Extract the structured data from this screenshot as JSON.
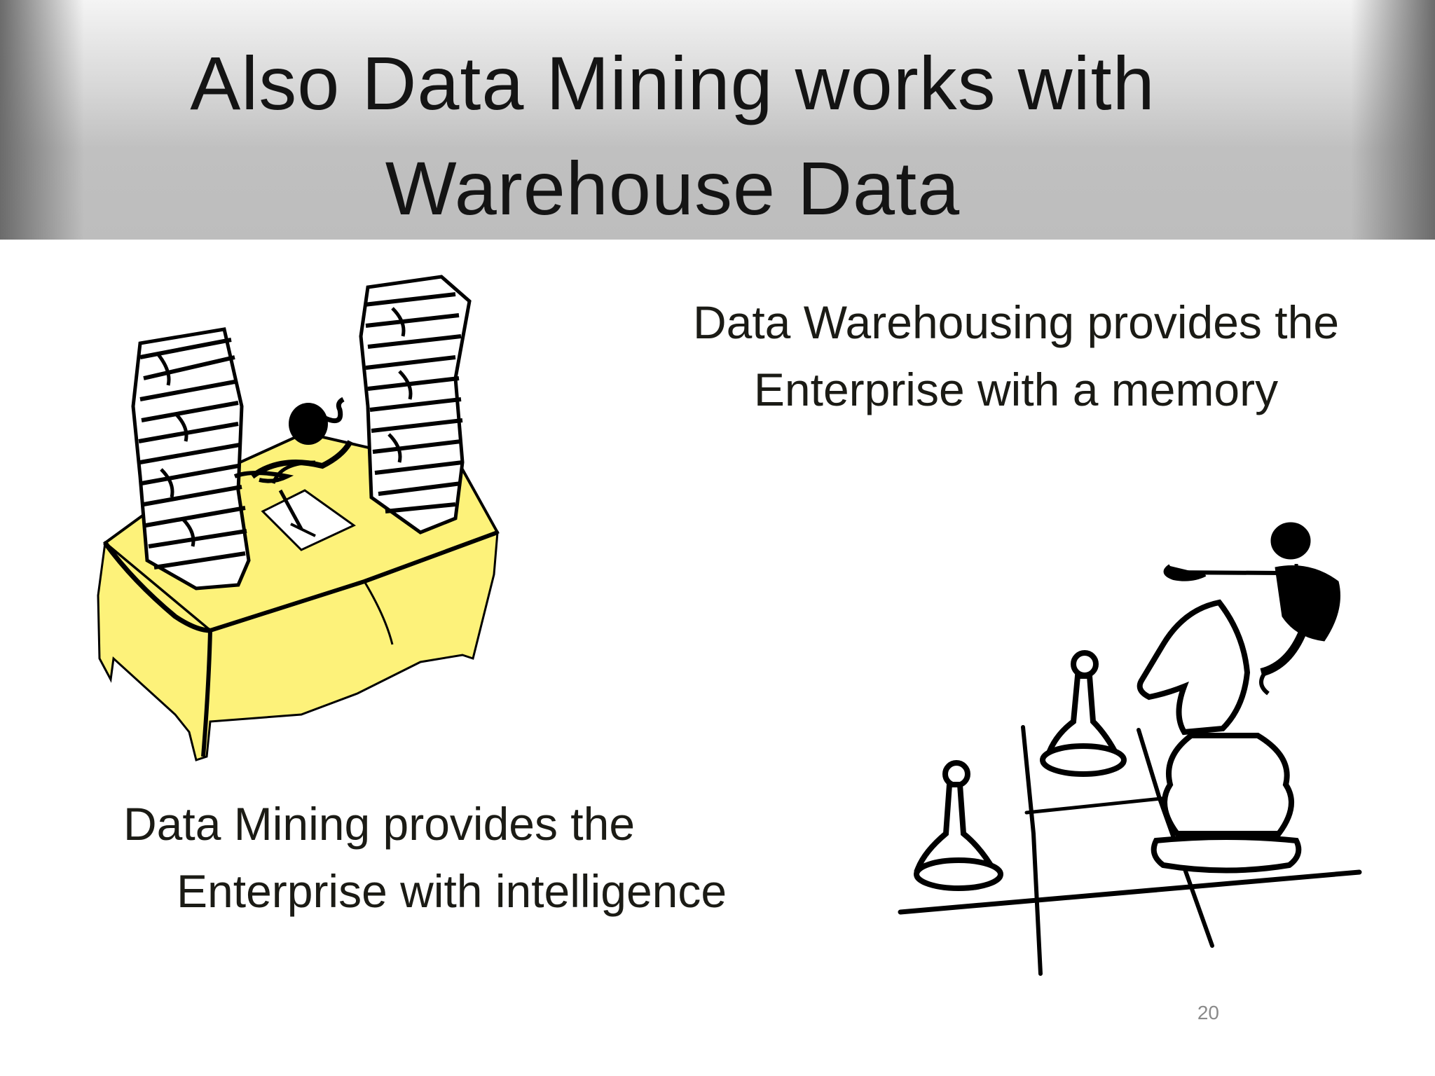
{
  "slide": {
    "title_line1": "Also Data Mining works with",
    "title_line2": "Warehouse Data",
    "warehouse_line1": "Data Warehousing provides the",
    "warehouse_line2": "Enterprise with a memory",
    "mining_line1": "Data Mining provides the",
    "mining_line2": "Enterprise with intelligence",
    "page_number": "20"
  },
  "colors": {
    "desk_fill": "#fdf27a",
    "ink": "#000000"
  },
  "icons": {
    "left_clipart": "desk-with-paper-stacks-icon",
    "right_clipart": "chess-knight-and-pawns-icon"
  }
}
